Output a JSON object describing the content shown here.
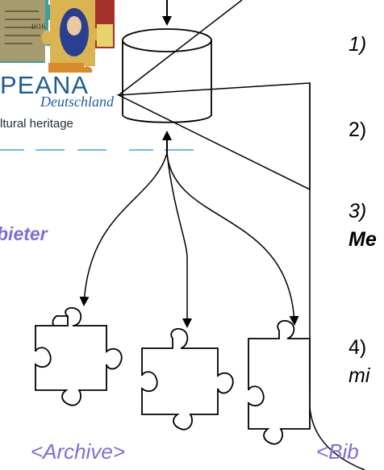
{
  "logo": {
    "brand": "PEANA",
    "sub": "Deutschland",
    "tagline": "ltural heritage",
    "scan_text": "1616"
  },
  "diagram": {
    "provider_label": "bieter",
    "bottom_labels": [
      "<Archive>",
      "<Bib"
    ],
    "list": [
      {
        "text": "1)"
      },
      {
        "text": "2)"
      },
      {
        "text": "3)",
        "cont": "Me"
      },
      {
        "text": "4)",
        "cont": "mi"
      }
    ]
  },
  "colors": {
    "brand_blue": "#1f5d97",
    "label_purple": "#7b6fd6",
    "puzzle_teal": "#3c9ea4",
    "puzzle_yellow": "#e7d36a",
    "puzzle_orange": "#d98a2b",
    "dash_blue": "#4aa3df"
  }
}
